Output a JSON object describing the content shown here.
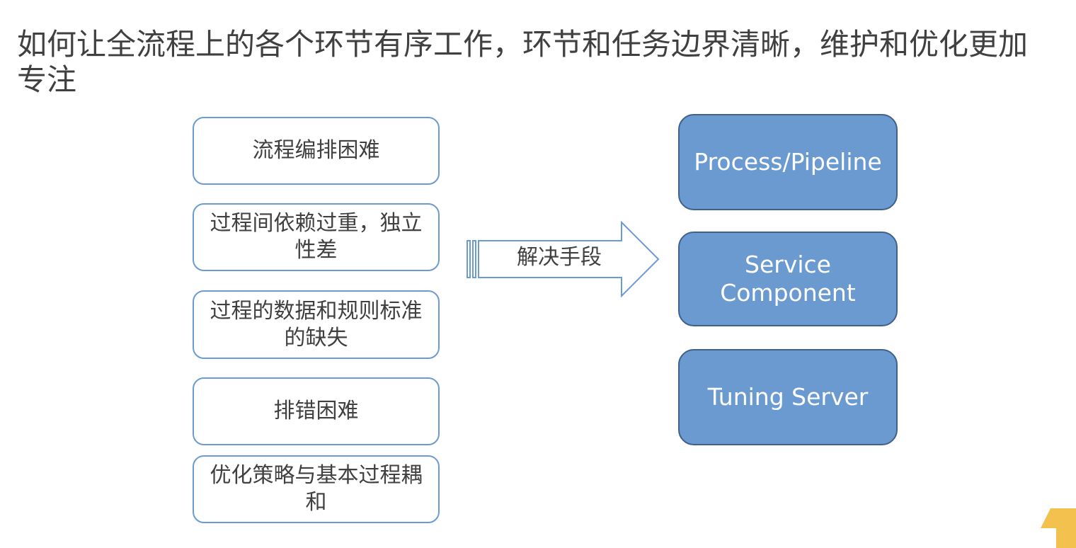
{
  "title": "如何让全流程上的各个环节有序工作，环节和任务边界清晰，维护和优化更加专注",
  "problems": [
    "流程编排困难",
    "过程间依赖过重，独立性差",
    "过程的数据和规则标准的缺失",
    "排错困难",
    "优化策略与基本过程耦和"
  ],
  "arrow_label": "解决手段",
  "solutions": [
    "Process/Pipeline",
    "Service Component",
    "Tuning Server"
  ],
  "colors": {
    "problem_border": "#6b9bd1",
    "solution_fill": "#6a9ad0",
    "solution_border": "#41608a",
    "accent_logo": "#f2c14e"
  }
}
